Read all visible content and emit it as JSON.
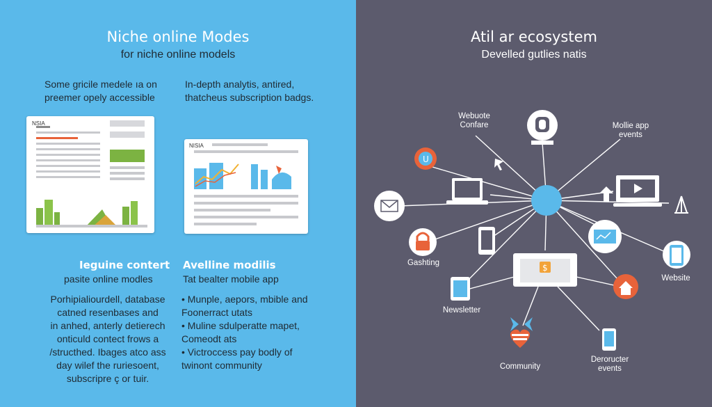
{
  "left": {
    "title": "Niche online Modes",
    "subtitle": "for niche online models",
    "col1_text": "Some gricile medele ıa on\npreemer opely accessible",
    "col2_text": "In-depth analytis, antired,\nthatcheus subscription badgs.",
    "card1_tag": "NSIA",
    "card2_tag": "NISIA",
    "section1": {
      "heading": "Ieguine contert",
      "subheading": "pasite online modles",
      "text": "Porhipialiourdell, database\ncatned resenbases and\nin anhed, anterly detierech\nonticuld contect frows a\n/structhed. Ibages atco ass\nday wilef the ruriesoent,\nsubscripre ç or tuir."
    },
    "section2": {
      "heading": "Avelline modilis",
      "subheading": "Tat bealter mobile app",
      "bullets": [
        "• Munple, aepors, mbible and\n  Foonerract utats",
        "• Muline sdulperatte mapet,\n  Comeodt ats",
        "• Victroccess pay bodly of\n  twinont community"
      ]
    }
  },
  "right": {
    "title": "Atil ar ecosystem",
    "subtitle": "Develled gutlies natis",
    "labels": {
      "webuote": "Webuote\nConfare",
      "mobile_app": "Mollie app\nevents",
      "gashting": "Gashting",
      "website": "Website",
      "newsletter": "Newsletter",
      "community": "Community",
      "deroructer": "Deroructer\nevents"
    }
  },
  "colors": {
    "left_bg": "#5ab9ea",
    "right_bg": "#5c5b6d",
    "hub": "#5ab9ea",
    "accent_orange": "#e8633a",
    "accent_green": "#7cb342"
  },
  "icons": [
    "padlock-icon",
    "laptop-icon",
    "envelope-icon",
    "tablet-icon",
    "phone-icon",
    "monitor-icon",
    "chart-circle-icon",
    "up-arrow-icon",
    "dollar-icon",
    "heart-icon",
    "cursor-icon",
    "shop-icon",
    "lamp-icon"
  ]
}
